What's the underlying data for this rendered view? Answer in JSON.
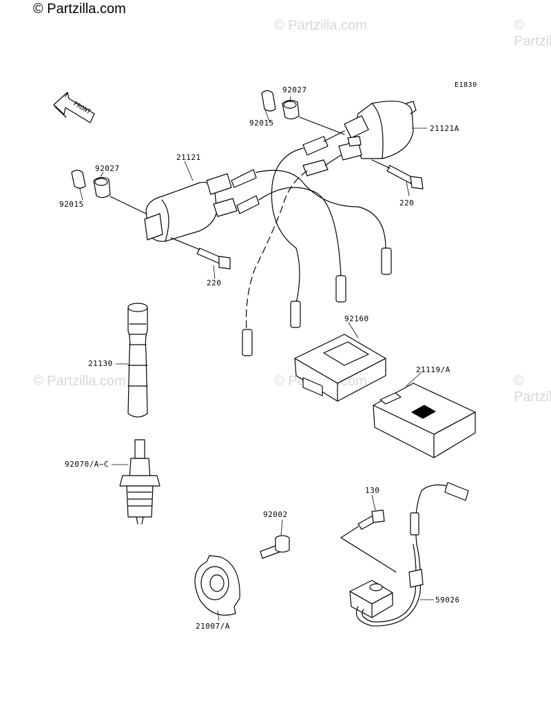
{
  "watermarks": {
    "main": "© Partzilla.com",
    "faint": "© Partzilla.com"
  },
  "diagram_code": "E1830",
  "front_label": "FRONT",
  "parts": {
    "p92027_top": "92027",
    "p92015_top": "92015",
    "p21121A": "21121A",
    "p21121": "21121",
    "p92027_left": "92027",
    "p92015_left": "92015",
    "p220_right": "220",
    "p220_left": "220",
    "p92160": "92160",
    "p21130": "21130",
    "p21119A": "21119/A",
    "p92070": "92070/A~C",
    "p130": "130",
    "p92002": "92002",
    "p59026": "59026",
    "p21007A": "21007/A"
  }
}
